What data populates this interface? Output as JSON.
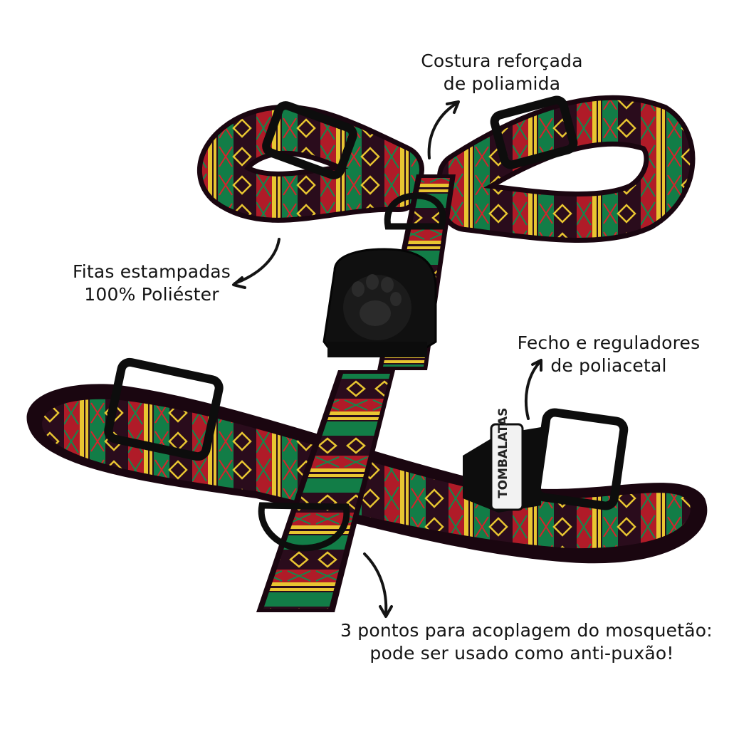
{
  "annotations": {
    "stitching": {
      "line1": "Costura reforçada",
      "line2": "de poliamida"
    },
    "ribbons": {
      "line1": "Fitas estampadas",
      "line2": "100% Poliéster"
    },
    "buckle": {
      "line1": "Fecho e reguladores",
      "line2": "de poliacetal"
    },
    "points": {
      "line1": "3 pontos para acoplagem do mosquetão:",
      "line2": "pode ser usado como anti-puxão!"
    }
  },
  "product": {
    "brand_tag": "TOMBALATAS",
    "icons": [
      "paw-icon",
      "d-ring-icon",
      "slider-buckle-icon",
      "side-release-buckle-icon"
    ]
  },
  "colors": {
    "webbing_base": "#2a0c1c",
    "stripe_red": "#d8212b",
    "stripe_green": "#0f8a4c",
    "stripe_yellow": "#e8c531",
    "hardware": "#0d0d0d",
    "text": "#141414"
  }
}
